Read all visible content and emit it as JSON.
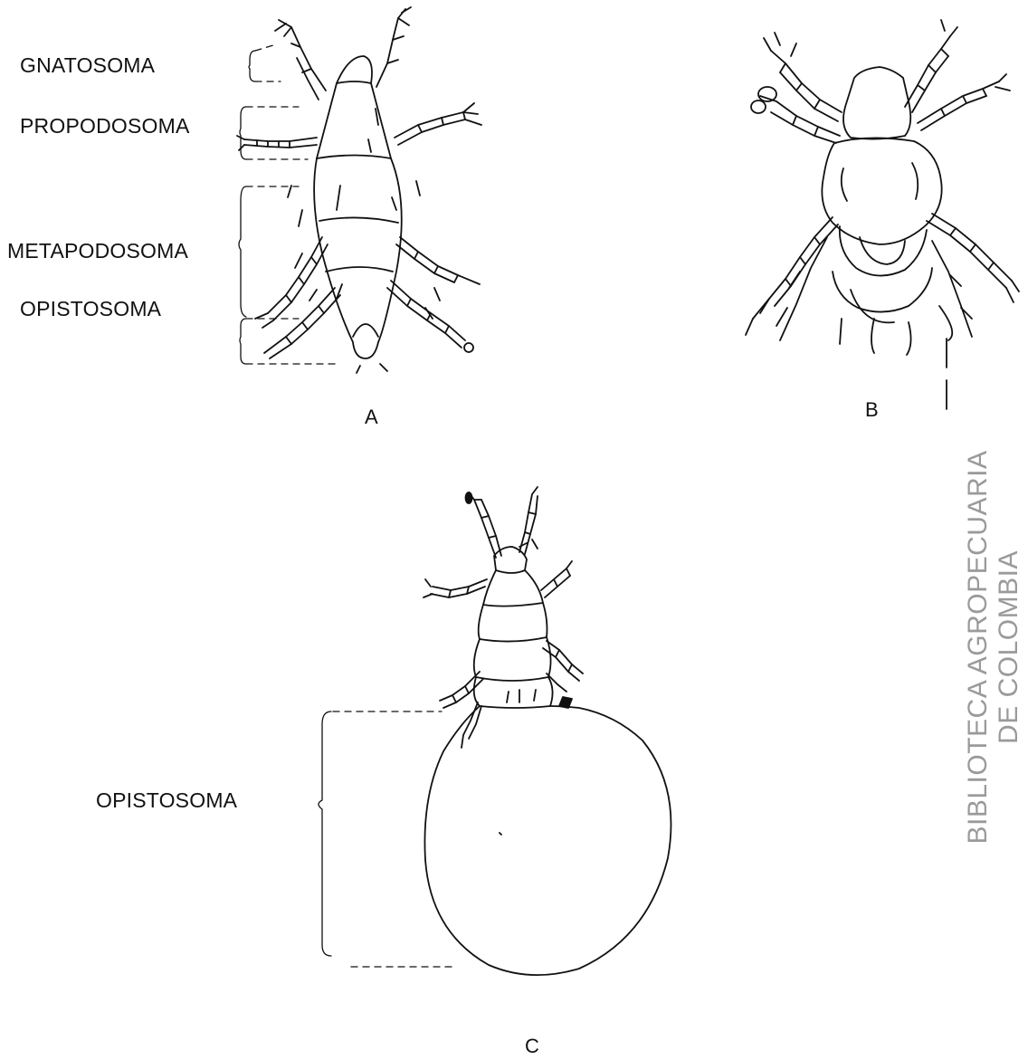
{
  "panels": {
    "a": {
      "letter": "A",
      "labels": {
        "gnatosoma": "GNATOSOMA",
        "propodosoma": "PROPODOSOMA",
        "metapodosoma": "METAPODOSOMA",
        "opistosoma": "OPISTOSOMA"
      }
    },
    "b": {
      "letter": "B"
    },
    "c": {
      "letter": "C",
      "labels": {
        "opistosoma": "OPISTOSOMA"
      }
    }
  },
  "stamp": {
    "line1": "BIBLIOTECA AGROPECUARIA",
    "line2": "DE COLOMBIA"
  }
}
